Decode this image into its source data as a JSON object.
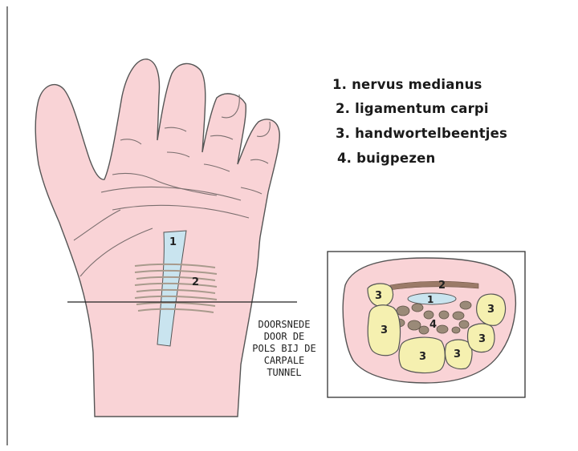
{
  "legend": [
    "1. nervus medianus",
    "2. ligamentum carpi",
    "3. handwortelbeentjes",
    "4. buigpezen"
  ],
  "caption_lines": [
    "DOORSNEDE",
    "DOOR DE",
    "POLS BIJ DE",
    "CARPALE",
    "TUNNEL"
  ],
  "hand_labels": {
    "nerve": "1",
    "ligament": "2"
  },
  "section_labels": {
    "nerve": "1",
    "ligament": "2",
    "tendons": "4",
    "bone": "3"
  },
  "colors": {
    "skin": "#f9d3d6",
    "outline": "#555555",
    "nerve": "#c9e4ef",
    "bone": "#f5f0b0",
    "tendon": "#9a8a78",
    "ligament": "#9b7a68"
  }
}
